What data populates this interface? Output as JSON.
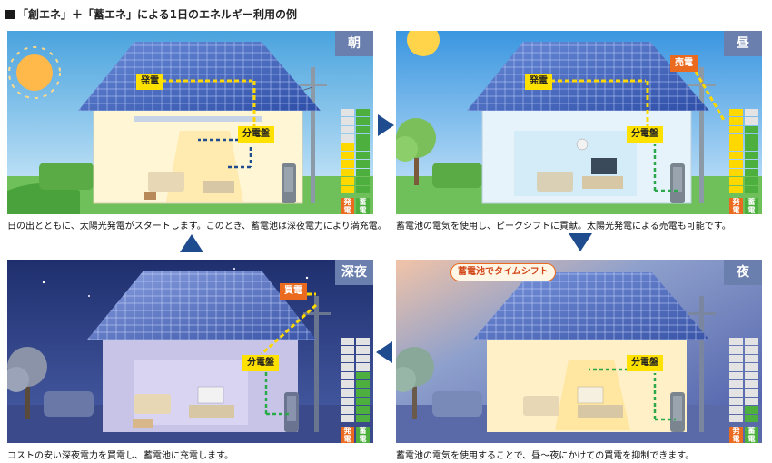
{
  "title": "「創エネ」＋「蓄エネ」による1日のエネルギー利用の例",
  "colors": {
    "tag_bg": "#6b7fae",
    "flow_arrow": "#1f4b8f",
    "generation": "#ea6b1f",
    "battery": "#4caf3e",
    "meter_yellow": "#ffd800",
    "meter_empty": "#e3e3e3"
  },
  "panels": {
    "morning": {
      "tag": "朝",
      "labels": {
        "generation": "発電",
        "distribution": "分電盤"
      },
      "meter": {
        "gen_label": "発電",
        "bat_label": "蓄電",
        "gen_level": 0.6,
        "bat_level": 1.0
      },
      "caption": "日の出とともに、太陽光発電がスタートします。このとき、蓄電池は深夜電力により満充電。"
    },
    "noon": {
      "tag": "昼",
      "labels": {
        "generation": "発電",
        "distribution": "分電盤",
        "sell": "売電"
      },
      "meter": {
        "gen_label": "発電",
        "bat_label": "蓄電",
        "gen_level": 1.0,
        "bat_level": 0.8
      },
      "caption": "蓄電池の電気を使用し、ピークシフトに貢献。太陽光発電による売電も可能です。"
    },
    "night": {
      "tag": "夜",
      "callout": "蓄電池でタイムシフト",
      "labels": {
        "distribution": "分電盤"
      },
      "meter": {
        "gen_label": "発電",
        "bat_label": "蓄電",
        "gen_level": 0.0,
        "bat_level": 0.2
      },
      "caption": "蓄電池の電気を使用することで、昼～夜にかけての買電を抑制できます。"
    },
    "latenight": {
      "tag": "深夜",
      "labels": {
        "buy": "買電",
        "distribution": "分電盤"
      },
      "meter": {
        "gen_label": "発電",
        "bat_label": "蓄電",
        "gen_level": 0.0,
        "bat_level": 0.6
      },
      "caption": "コストの安い深夜電力を買電し、蓄電池に充電します。"
    }
  }
}
